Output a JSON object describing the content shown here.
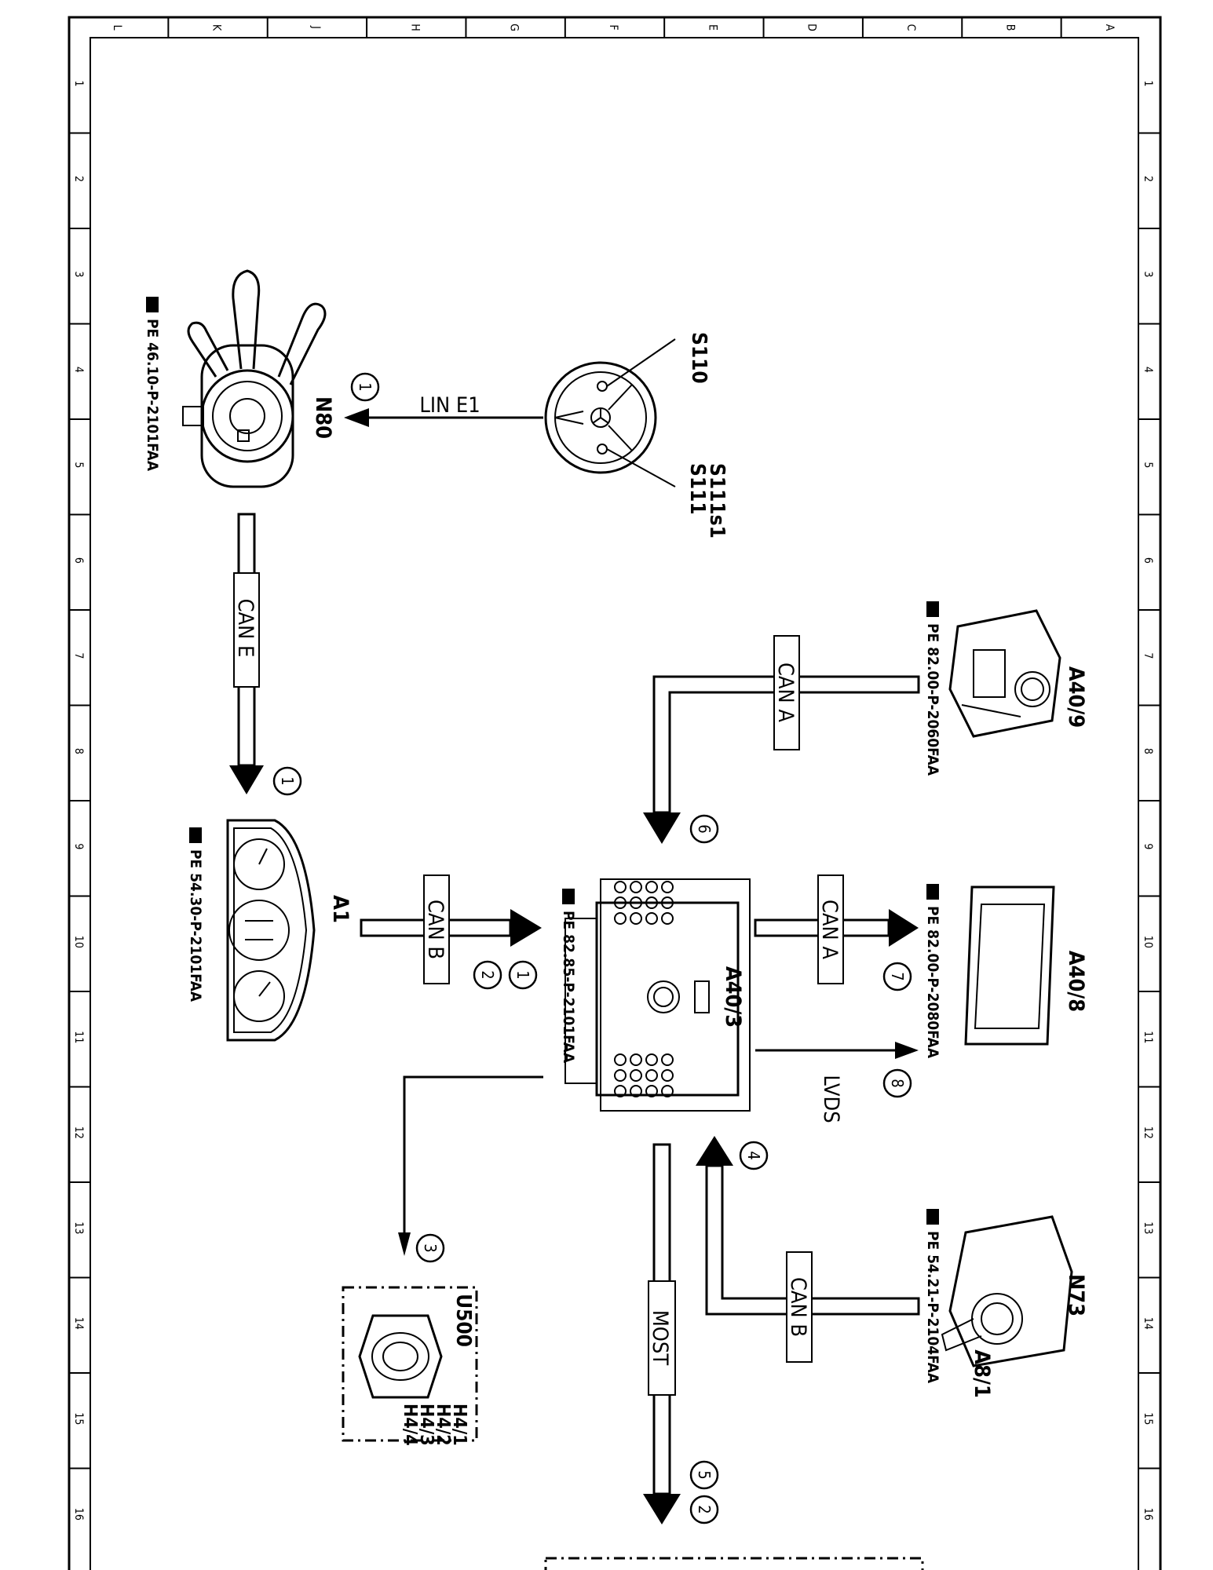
{
  "frame": {
    "zone_letters": [
      "L",
      "K",
      "J",
      "H",
      "G",
      "F",
      "E",
      "D",
      "C",
      "B",
      "A"
    ],
    "zone_numbers": [
      "1",
      "2",
      "3",
      "4",
      "5",
      "6",
      "7",
      "8",
      "9",
      "10",
      "11",
      "12",
      "13",
      "14",
      "15",
      "16"
    ]
  },
  "components": {
    "n80": {
      "code": "N80",
      "ref": "PE 46.10-P-2101FAA",
      "icon": "combination-switch-icon"
    },
    "steering_wheel": {
      "s110": "S110",
      "s111s1": "S111s1",
      "s111": "S111",
      "icon": "steering-wheel-icon"
    },
    "a1": {
      "code": "A1",
      "ref": "PE 54.30-P-2101FAA",
      "icon": "instrument-cluster-icon"
    },
    "a40_3": {
      "code": "A40/3",
      "ref": "PE 82.85-P-2101FAA",
      "icon": "head-unit-icon"
    },
    "a40_9": {
      "code": "A40/9",
      "ref": "PE 82.00-P-2060FAA",
      "icon": "audio-module-icon"
    },
    "a40_8": {
      "code": "A40/8",
      "ref": "PE 82.00-P-2080FAA",
      "icon": "display-icon"
    },
    "n73": {
      "code": "N73",
      "code2": "A8/1",
      "ref": "PE 54.21-P-2104FAA",
      "icon": "ignition-switch-icon"
    },
    "u500": {
      "code": "U500",
      "items": [
        "H4/1",
        "H4/2",
        "H4/3",
        "H4/4"
      ],
      "icon": "speaker-icon"
    }
  },
  "buses": {
    "lin_e1": "LIN  E1",
    "can_e": "CAN E",
    "can_b_a1": "CAN B",
    "can_a_a409": "CAN A",
    "can_a_a408": "CAN A",
    "lvds": "LVDS",
    "most": "MOST",
    "can_b_n73": "CAN B"
  },
  "markers": {
    "n80": "1",
    "a1": "1",
    "a403_a": "1",
    "a403_b": "2",
    "u500": "3",
    "n73": "4",
    "most_a": "5",
    "most_b": "2",
    "can_a_in": "6",
    "can_a_out": "7",
    "lvds": "8"
  }
}
